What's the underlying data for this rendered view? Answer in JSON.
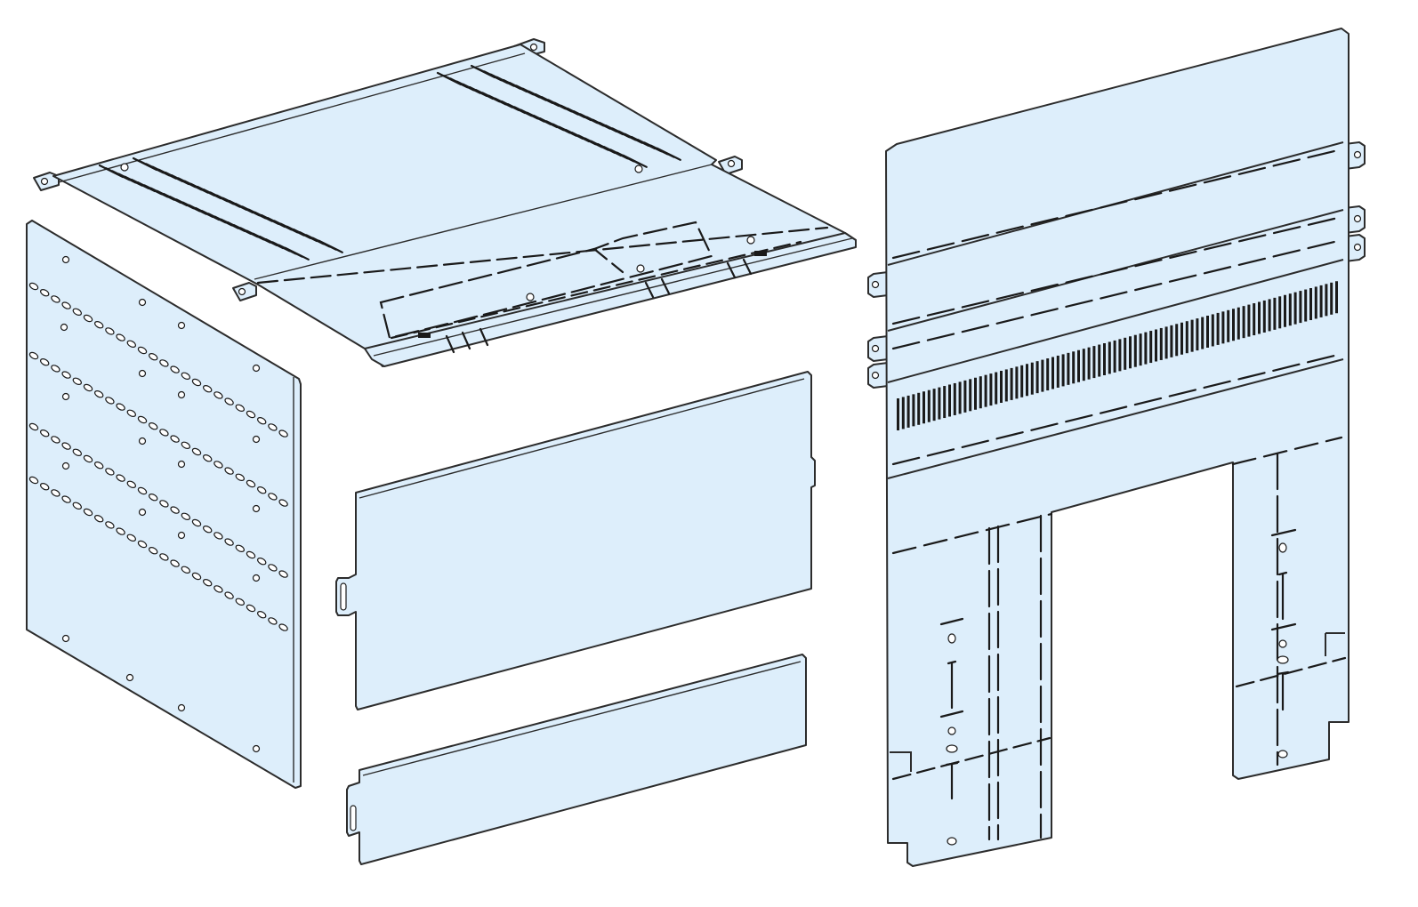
{
  "diagram": {
    "colors": {
      "panel_fill": "#ddeefb",
      "panel_stroke": "#2c2c2c",
      "background": "#ffffff"
    },
    "parts": [
      {
        "id": "top-cover-plate",
        "vent_slot_rows": 2
      },
      {
        "id": "side-panel-left",
        "oval_slot_rows": 4
      },
      {
        "id": "front-panel-large"
      },
      {
        "id": "front-panel-small"
      },
      {
        "id": "rear-partition-plate",
        "vent_slot_rows": 1
      }
    ]
  }
}
